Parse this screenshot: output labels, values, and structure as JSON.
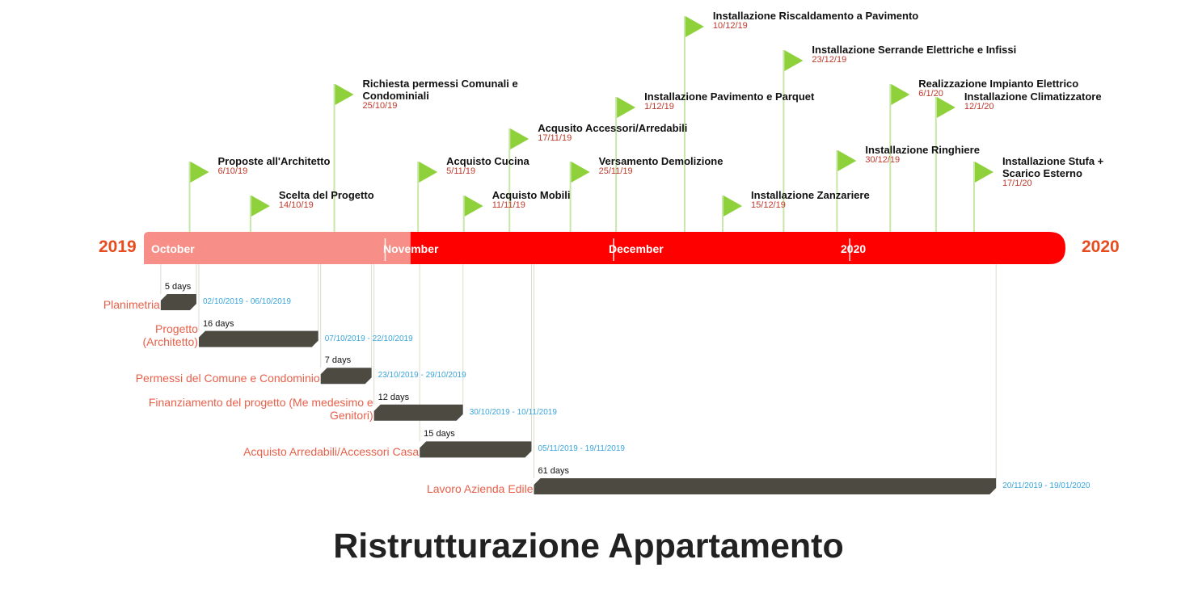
{
  "title": "Ristrutturazione Appartamento",
  "colors": {
    "axis_past": "#f78f88",
    "axis_future": "#ff0000",
    "milestone_flag": "#8fd13b",
    "milestone_stem": "#c8e6a8",
    "task_bar": "#4d4a42",
    "task_name": "#e8604a",
    "task_range": "#3aa6dc",
    "year_label": "#e84c1e",
    "milestone_date": "#c0392b"
  },
  "chart_data": {
    "type": "timeline",
    "title": "Ristrutturazione Appartamento",
    "start_year": "2019",
    "end_year": "2020",
    "axis_start": "2019-09-30",
    "axis_end": "2020-01-29",
    "today": "2019-11-04",
    "period_labels": [
      {
        "label": "October",
        "date": "2019-10-01"
      },
      {
        "label": "November",
        "date": "2019-11-01"
      },
      {
        "label": "December",
        "date": "2019-12-01"
      },
      {
        "label": "2020",
        "date": "2020-01-01"
      }
    ],
    "milestones": [
      {
        "title": "Proposte all'Architetto",
        "date_label": "6/10/19",
        "date": "2019-10-06",
        "row": 6
      },
      {
        "title": "Scelta del Progetto",
        "date_label": "14/10/19",
        "date": "2019-10-14",
        "row": 7
      },
      {
        "title": "Richiesta permessi Comunali e Condominiali",
        "title_lines": [
          "Richiesta permessi Comunali e",
          "Condominiali"
        ],
        "date_label": "25/10/19",
        "date": "2019-10-25",
        "row": 2
      },
      {
        "title": "Acquisto Cucina",
        "date_label": "5/11/19",
        "date": "2019-11-05",
        "row": 6
      },
      {
        "title": "Acquisto Mobili",
        "date_label": "11/11/19",
        "date": "2019-11-11",
        "row": 7
      },
      {
        "title": "Acqusito Accessori/Arredabili",
        "date_label": "17/11/19",
        "date": "2019-11-17",
        "row": 4
      },
      {
        "title": "Versamento Demolizione",
        "date_label": "25/11/19",
        "date": "2019-11-25",
        "row": 6
      },
      {
        "title": "Installazione Pavimento e Parquet",
        "date_label": "1/12/19",
        "date": "2019-12-01",
        "row": 3
      },
      {
        "title": "Installazione Riscaldamento a Pavimento",
        "date_label": "10/12/19",
        "date": "2019-12-10",
        "row": 0
      },
      {
        "title": "Installazione Zanzariere",
        "date_label": "15/12/19",
        "date": "2019-12-15",
        "row": 7
      },
      {
        "title": "Installazione Serrande Elettriche e Infissi",
        "date_label": "23/12/19",
        "date": "2019-12-23",
        "row": 1
      },
      {
        "title": "Installazione Ringhiere",
        "date_label": "30/12/19",
        "date": "2019-12-30",
        "row": 5
      },
      {
        "title": "Realizzazione Impianto Elettrico",
        "date_label": "6/1/20",
        "date": "2020-01-06",
        "row": 2
      },
      {
        "title": "Installazione Climatizzatore",
        "date_label": "12/1/20",
        "date": "2020-01-12",
        "row": 3
      },
      {
        "title": "Installazione Stufa + Scarico Esterno",
        "title_lines": [
          "Installazione Stufa +",
          "Scarico Esterno"
        ],
        "date_label": "17/1/20",
        "date": "2020-01-17",
        "row": 6
      }
    ],
    "tasks": [
      {
        "name": "Planimetria",
        "name_lines": [
          "Planimetria"
        ],
        "duration_label": "5 days",
        "range_label": "02/10/2019 - 06/10/2019",
        "start": "2019-10-02",
        "end": "2019-10-06"
      },
      {
        "name": "Progetto (Architetto)",
        "name_lines": [
          "Progetto",
          "(Architetto)"
        ],
        "duration_label": "16 days",
        "range_label": "07/10/2019 - 22/10/2019",
        "start": "2019-10-07",
        "end": "2019-10-22"
      },
      {
        "name": "Permessi del Comune e Condominio",
        "name_lines": [
          "Permessi del Comune e Condominio"
        ],
        "duration_label": "7 days",
        "range_label": "23/10/2019 - 29/10/2019",
        "start": "2019-10-23",
        "end": "2019-10-29"
      },
      {
        "name": "Finanziamento del progetto (Me medesimo e Genitori)",
        "name_lines": [
          "Finanziamento del progetto (Me medesimo e",
          "Genitori)"
        ],
        "duration_label": "12 days",
        "range_label": "30/10/2019 - 10/11/2019",
        "start": "2019-10-30",
        "end": "2019-11-10"
      },
      {
        "name": "Acquisto Arredabili/Accessori Casa",
        "name_lines": [
          "Acquisto Arredabili/Accessori Casa"
        ],
        "duration_label": "15 days",
        "range_label": "05/11/2019 - 19/11/2019",
        "start": "2019-11-05",
        "end": "2019-11-19"
      },
      {
        "name": "Lavoro Azienda Edile",
        "name_lines": [
          "Lavoro Azienda Edile"
        ],
        "duration_label": "61 days",
        "range_label": "20/11/2019 - 19/01/2020",
        "start": "2019-11-20",
        "end": "2020-01-19"
      }
    ]
  }
}
